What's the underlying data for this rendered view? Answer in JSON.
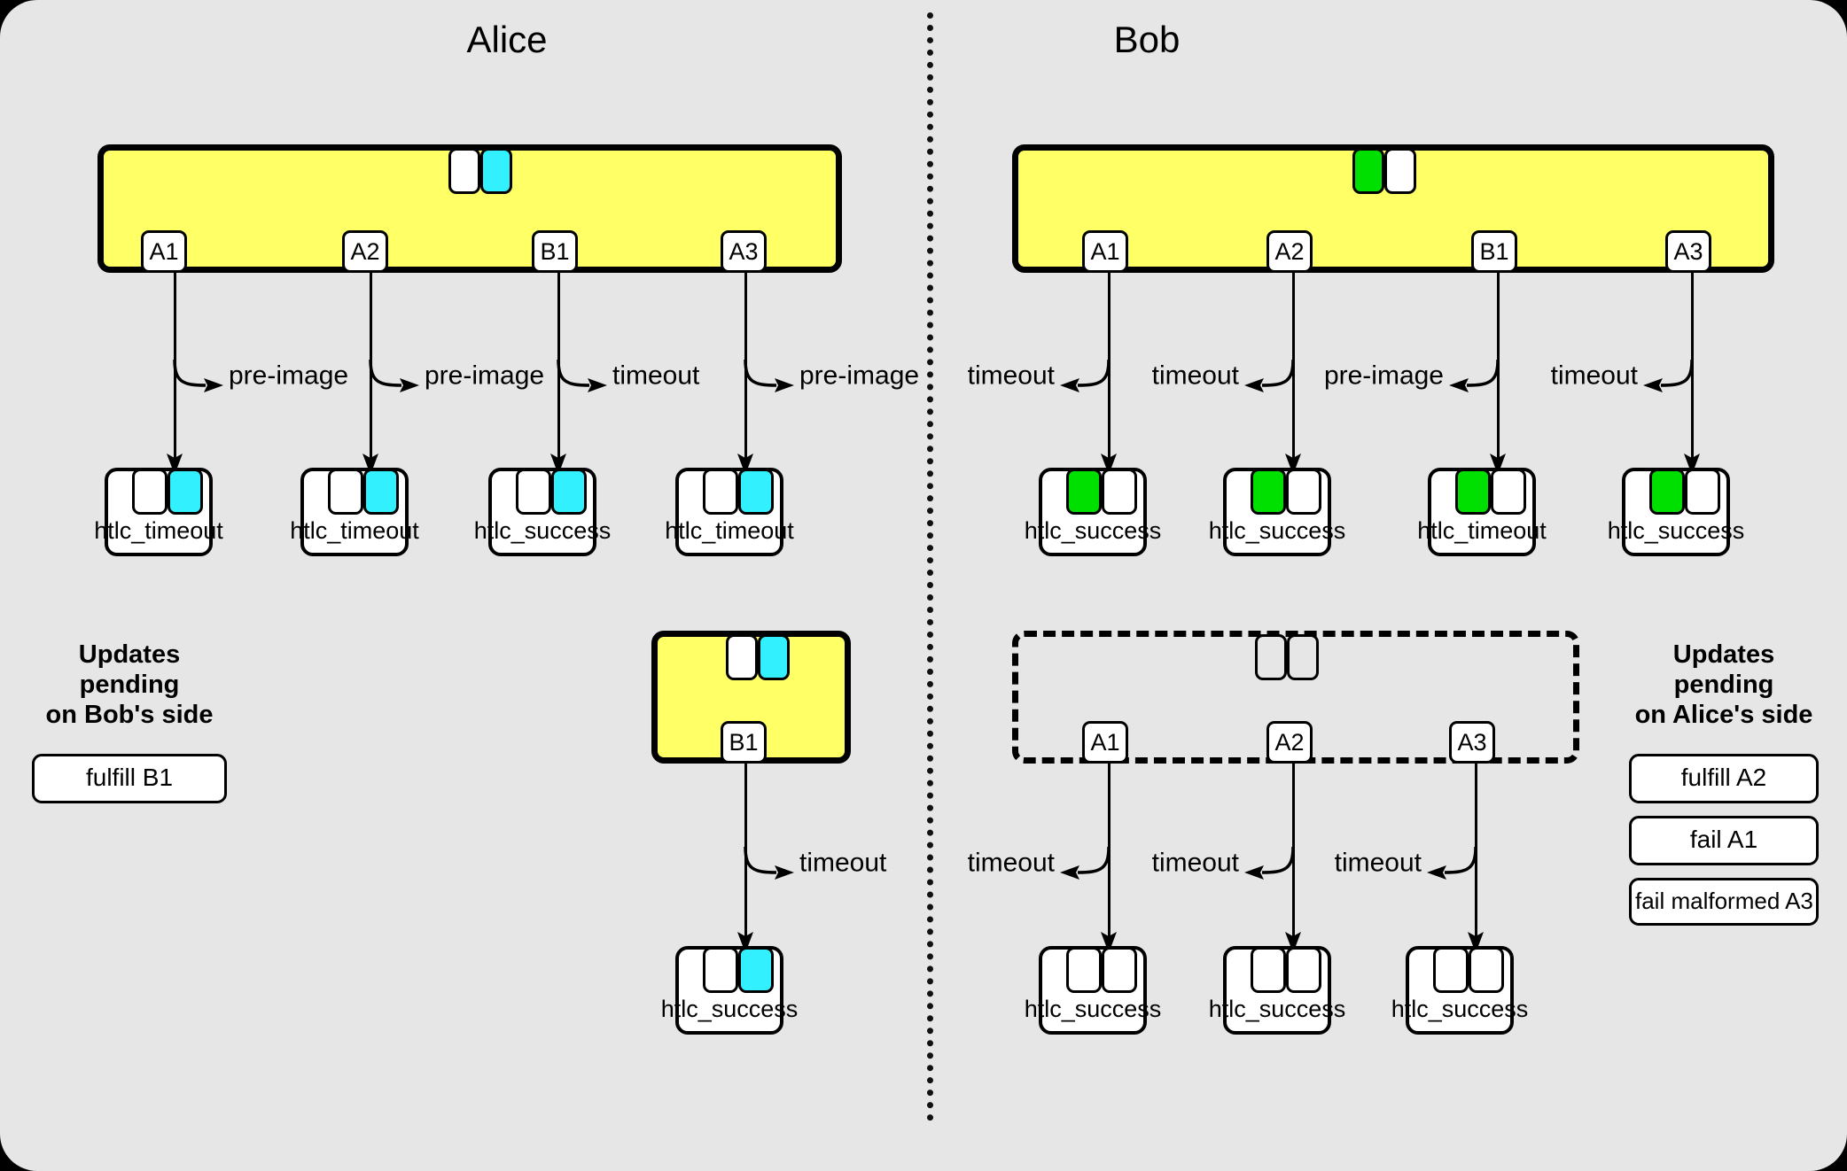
{
  "colors": {
    "background": "#e6e6e6",
    "commitment_fill": "#ffff66",
    "alice_chip": "#33f0ff",
    "bob_chip": "#00e000",
    "stroke": "#000000"
  },
  "parties": {
    "left": "Alice",
    "right": "Bob"
  },
  "alice": {
    "commitment": {
      "chips": [
        "white",
        "cyan"
      ],
      "outputs": [
        "A1",
        "A2",
        "B1",
        "A3"
      ]
    },
    "branches": [
      {
        "from": "A1",
        "label": "pre-image",
        "direction": "right"
      },
      {
        "from": "A2",
        "label": "pre-image",
        "direction": "right"
      },
      {
        "from": "B1",
        "label": "timeout",
        "direction": "right"
      },
      {
        "from": "A3",
        "label": "pre-image",
        "direction": "right"
      }
    ],
    "htlc_boxes": [
      {
        "name": "htlc_timeout",
        "chips": [
          "white",
          "cyan"
        ]
      },
      {
        "name": "htlc_timeout",
        "chips": [
          "white",
          "cyan"
        ]
      },
      {
        "name": "htlc_success",
        "chips": [
          "white",
          "cyan"
        ]
      },
      {
        "name": "htlc_timeout",
        "chips": [
          "white",
          "cyan"
        ]
      }
    ],
    "second_commitment": {
      "chips": [
        "white",
        "cyan"
      ],
      "outputs": [
        "B1"
      ],
      "dashed": false
    },
    "second_branches": [
      {
        "from": "B1",
        "label": "timeout",
        "direction": "right"
      }
    ],
    "second_htlc_boxes": [
      {
        "name": "htlc_success",
        "chips": [
          "white",
          "cyan"
        ]
      }
    ],
    "panel": {
      "title": "Updates pending\non Bob's side",
      "items": [
        "fulfill B1"
      ]
    }
  },
  "bob": {
    "commitment": {
      "chips": [
        "green",
        "white"
      ],
      "outputs": [
        "A1",
        "A2",
        "B1",
        "A3"
      ]
    },
    "branches": [
      {
        "from": "A1",
        "label": "timeout",
        "direction": "left"
      },
      {
        "from": "A2",
        "label": "timeout",
        "direction": "left"
      },
      {
        "from": "B1",
        "label": "pre-image",
        "direction": "left"
      },
      {
        "from": "A3",
        "label": "timeout",
        "direction": "left"
      }
    ],
    "htlc_boxes": [
      {
        "name": "htlc_success",
        "chips": [
          "green",
          "white"
        ]
      },
      {
        "name": "htlc_success",
        "chips": [
          "green",
          "white"
        ]
      },
      {
        "name": "htlc_timeout",
        "chips": [
          "green",
          "white"
        ]
      },
      {
        "name": "htlc_success",
        "chips": [
          "green",
          "white"
        ]
      }
    ],
    "second_commitment": {
      "chips": [
        "plain",
        "plain"
      ],
      "outputs": [
        "A1",
        "A2",
        "A3"
      ],
      "dashed": true
    },
    "second_branches": [
      {
        "from": "A1",
        "label": "timeout",
        "direction": "left"
      },
      {
        "from": "A2",
        "label": "timeout",
        "direction": "left"
      },
      {
        "from": "A3",
        "label": "timeout",
        "direction": "left"
      }
    ],
    "second_htlc_boxes": [
      {
        "name": "htlc_success",
        "chips": [
          "plain",
          "plain"
        ]
      },
      {
        "name": "htlc_success",
        "chips": [
          "plain",
          "plain"
        ]
      },
      {
        "name": "htlc_success",
        "chips": [
          "plain",
          "plain"
        ]
      }
    ],
    "panel": {
      "title": "Updates pending\non Alice's side",
      "items": [
        "fulfill A2",
        "fail A1",
        "fail malformed A3"
      ]
    }
  }
}
